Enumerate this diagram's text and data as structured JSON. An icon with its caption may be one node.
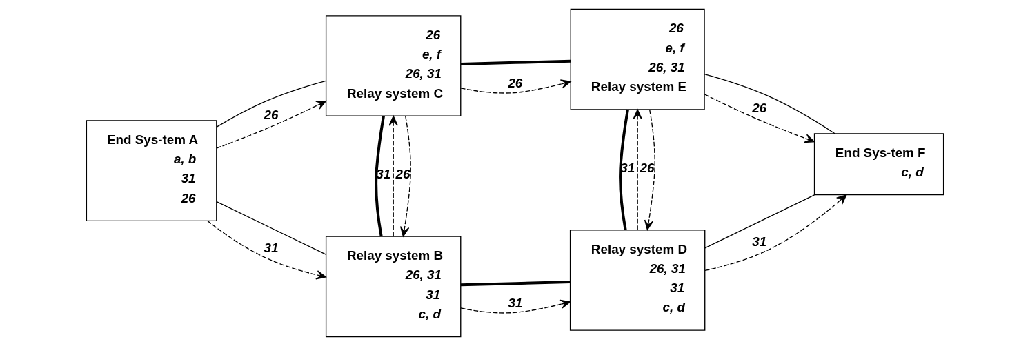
{
  "diagram": {
    "nodes": [
      {
        "text": [
          "End Sys-tem A",
          "a, b",
          "31",
          "26"
        ]
      },
      {
        "text": [
          "Relay system B",
          "26, 31",
          "31",
          "c, d"
        ]
      },
      {
        "text": [
          "26",
          "e, f",
          "26, 31",
          "Relay system C"
        ]
      },
      {
        "text": [
          "Relay system D",
          "26, 31",
          "31",
          "c, d"
        ]
      },
      {
        "text": [
          "26",
          "e, f",
          "26, 31",
          "Relay system E"
        ]
      },
      {
        "text": [
          "End Sys-tem F",
          "c, d"
        ]
      }
    ],
    "edges": [
      {
        "from": 0,
        "to": 1,
        "arrow": "none"
      },
      {
        "from": 0,
        "to": 2,
        "arrow": "none"
      },
      {
        "from": 1,
        "to": 3,
        "arrow": "none",
        "style": "thick"
      },
      {
        "from": 1,
        "to": 2,
        "arrow": "none",
        "style": "thick"
      },
      {
        "from": 3,
        "to": 4,
        "arrow": "none",
        "style": "thick"
      },
      {
        "from": 2,
        "to": 4,
        "arrow": "none",
        "style": "thick"
      },
      {
        "from": 3,
        "to": 5,
        "arrow": "none"
      },
      {
        "from": 4,
        "to": 5,
        "arrow": "none"
      },
      {
        "from": 0,
        "to": 1,
        "arrow": "to",
        "style": "dashed",
        "label": "31"
      },
      {
        "from": 0,
        "to": 2,
        "arrow": "to",
        "style": "dashed",
        "label": "26"
      },
      {
        "from": 1,
        "to": 3,
        "arrow": "to",
        "style": "dashed",
        "label": "31"
      },
      {
        "from": 1,
        "to": 2,
        "arrow": "to",
        "style": "dashed",
        "label": "31"
      },
      {
        "from": 2,
        "to": 1,
        "arrow": "to",
        "style": "dashed",
        "label": "26"
      },
      {
        "from": 2,
        "to": 4,
        "arrow": "to",
        "style": "dashed",
        "label": "26"
      },
      {
        "from": 3,
        "to": 5,
        "arrow": "to",
        "style": "dashed",
        "label": "31"
      },
      {
        "from": 3,
        "to": 4,
        "arrow": "to",
        "style": "dashed",
        "label": "31"
      },
      {
        "from": 4,
        "to": 3,
        "arrow": "to",
        "style": "dashed",
        "label": "26"
      },
      {
        "from": 4,
        "to": 5,
        "arrow": "to",
        "style": "dashed",
        "label": "26"
      }
    ]
  }
}
